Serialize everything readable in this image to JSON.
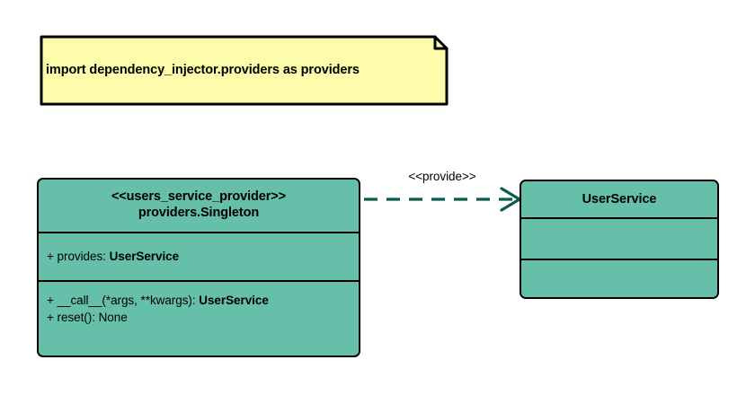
{
  "diagram": {
    "type": "uml-class-diagram",
    "background": "#ffffff",
    "note": {
      "text": "import dependency_injector.providers as providers",
      "fill": "#fcfcaa",
      "stroke": "#000000"
    },
    "classes": [
      {
        "id": "users_service_provider",
        "stereotype": "<<users_service_provider>>",
        "name": "providers.Singleton",
        "fill": "#66bfa8",
        "stroke": "#000000",
        "attributes": [
          {
            "visibility": "+",
            "label": "+ provides: ",
            "type": "UserService"
          }
        ],
        "operations": [
          {
            "visibility": "+",
            "label": "+ __call__(*args, **kwargs): ",
            "type": "UserService"
          },
          {
            "visibility": "+",
            "label": "+ reset(): None",
            "type": ""
          }
        ]
      },
      {
        "id": "user_service",
        "stereotype": "",
        "name": "UserService",
        "fill": "#66bfa8",
        "stroke": "#000000",
        "attributes": [],
        "operations": []
      }
    ],
    "connectors": [
      {
        "id": "provide-dependency",
        "label": "<<provide>>",
        "from": "users_service_provider",
        "to": "user_service",
        "style": "dashed",
        "arrow": "open",
        "color": "#0a5c4e"
      }
    ]
  }
}
